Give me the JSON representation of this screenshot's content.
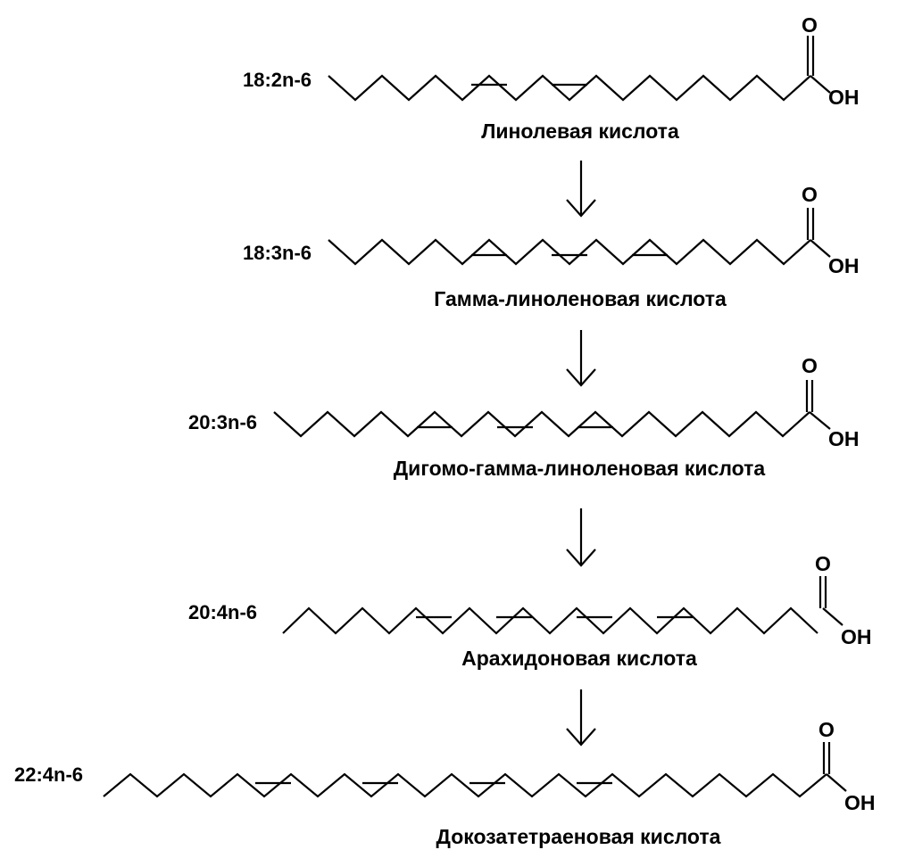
{
  "compounds": [
    {
      "code": "18:2n-6",
      "name": "Линолевая кислота",
      "oxygen": "O",
      "hydroxyl": "OH"
    },
    {
      "code": "18:3n-6",
      "name": "Гамма-линоленовая кислота",
      "oxygen": "O",
      "hydroxyl": "OH"
    },
    {
      "code": "20:3n-6",
      "name": "Дигомо-гамма-линоленовая кислота",
      "oxygen": "O",
      "hydroxyl": "OH"
    },
    {
      "code": "20:4n-6",
      "name": "Арахидоновая кислота",
      "oxygen": "O",
      "hydroxyl": "OH"
    },
    {
      "code": "22:4n-6",
      "name": "Докозатетраеновая кислота",
      "oxygen": "O",
      "hydroxyl": "OH"
    }
  ],
  "colors": {
    "ink": "#000000",
    "background": "#ffffff"
  }
}
